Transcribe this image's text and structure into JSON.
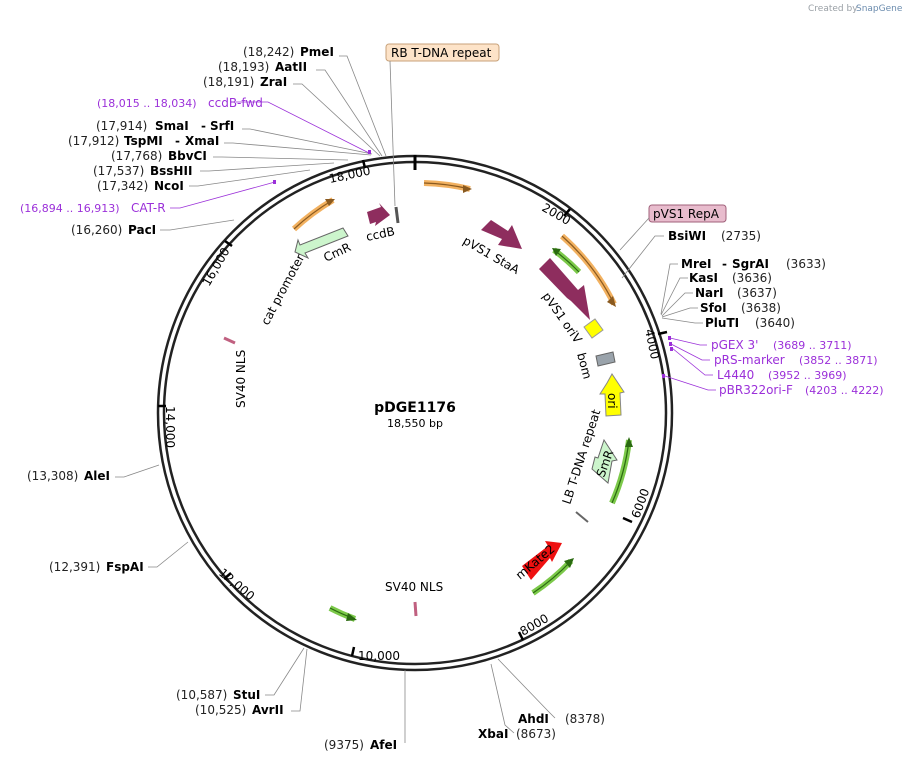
{
  "credit": "Created by",
  "credit_brand": "SnapGene",
  "plasmid": {
    "name": "pDGE1176",
    "length": "18,550 bp"
  },
  "ticks": [
    "2000",
    "4000",
    "6000",
    "8000",
    "10,000",
    "12,000",
    "14,000",
    "16,000",
    "18,000"
  ],
  "sites": [
    {
      "pos": "(18,242)",
      "name": "PmeI"
    },
    {
      "pos": "(18,193)",
      "name": "AatII"
    },
    {
      "pos": "(18,191)",
      "name": "ZraI"
    },
    {
      "pos": "(17,914)",
      "name": "SmaI",
      "name2": "SrfI"
    },
    {
      "pos": "(17,912)",
      "name": "TspMI",
      "name2": "XmaI"
    },
    {
      "pos": "(17,768)",
      "name": "BbvCI"
    },
    {
      "pos": "(17,537)",
      "name": "BssHII"
    },
    {
      "pos": "(17,342)",
      "name": "NcoI"
    },
    {
      "pos": "(16,260)",
      "name": "PacI"
    },
    {
      "pos": "(13,308)",
      "name": "AleI"
    },
    {
      "pos": "(12,391)",
      "name": "FspAI"
    },
    {
      "pos": "(10,587)",
      "name": "StuI"
    },
    {
      "pos": "(10,525)",
      "name": "AvrII"
    },
    {
      "pos": "(9375)",
      "name": "AfeI"
    },
    {
      "pos": "(8673)",
      "name": "XbaI"
    },
    {
      "pos": "(8378)",
      "name": "AhdI"
    },
    {
      "pos": "(2735)",
      "name": "BsiWI"
    },
    {
      "pos": "(3633)",
      "name": "MreI",
      "name2": "SgrAI"
    },
    {
      "pos": "(3636)",
      "name": "KasI"
    },
    {
      "pos": "(3637)",
      "name": "NarI"
    },
    {
      "pos": "(3638)",
      "name": "SfoI"
    },
    {
      "pos": "(3640)",
      "name": "PluTI"
    }
  ],
  "primers": [
    {
      "pos": "(18,015 .. 18,034)",
      "name": "ccdB-fwd"
    },
    {
      "pos": "(16,894 .. 16,913)",
      "name": "CAT-R"
    },
    {
      "pos": "(3689 .. 3711)",
      "name": "pGEX 3'"
    },
    {
      "pos": "(3852 .. 3871)",
      "name": "pRS-marker"
    },
    {
      "pos": "(3952 .. 3969)",
      "name": "L4440"
    },
    {
      "pos": "(4203 .. 4222)",
      "name": "pBR322ori-F"
    }
  ],
  "boxed_features": [
    {
      "name": "RB T-DNA repeat",
      "fill": "#fde3c8",
      "stroke": "#c8a27a"
    },
    {
      "name": "pVS1 RepA",
      "fill": "#e8bccd",
      "stroke": "#a0607a"
    }
  ],
  "features": [
    {
      "name": "ccdB"
    },
    {
      "name": "CmR"
    },
    {
      "name": "cat promoter"
    },
    {
      "name": "pVS1 StaA"
    },
    {
      "name": "pVS1 oriV"
    },
    {
      "name": "bom"
    },
    {
      "name": "ori"
    },
    {
      "name": "SmR"
    },
    {
      "name": "LB T-DNA repeat"
    },
    {
      "name": "mKate2"
    },
    {
      "name": "SV40 NLS"
    },
    {
      "name": "SV40 NLS"
    }
  ],
  "colors": {
    "backbone": "#222222",
    "primer": "#9b30d9",
    "maroon": "#8e2d5e",
    "cmr": "#ccf5cc",
    "ori": "#ffff00",
    "smr": "#ccf5cc",
    "mkate2": "#ee1111",
    "bom": "#9aa3ab",
    "orange_arc": "#f2b160",
    "green_arc": "#7cc94a"
  }
}
